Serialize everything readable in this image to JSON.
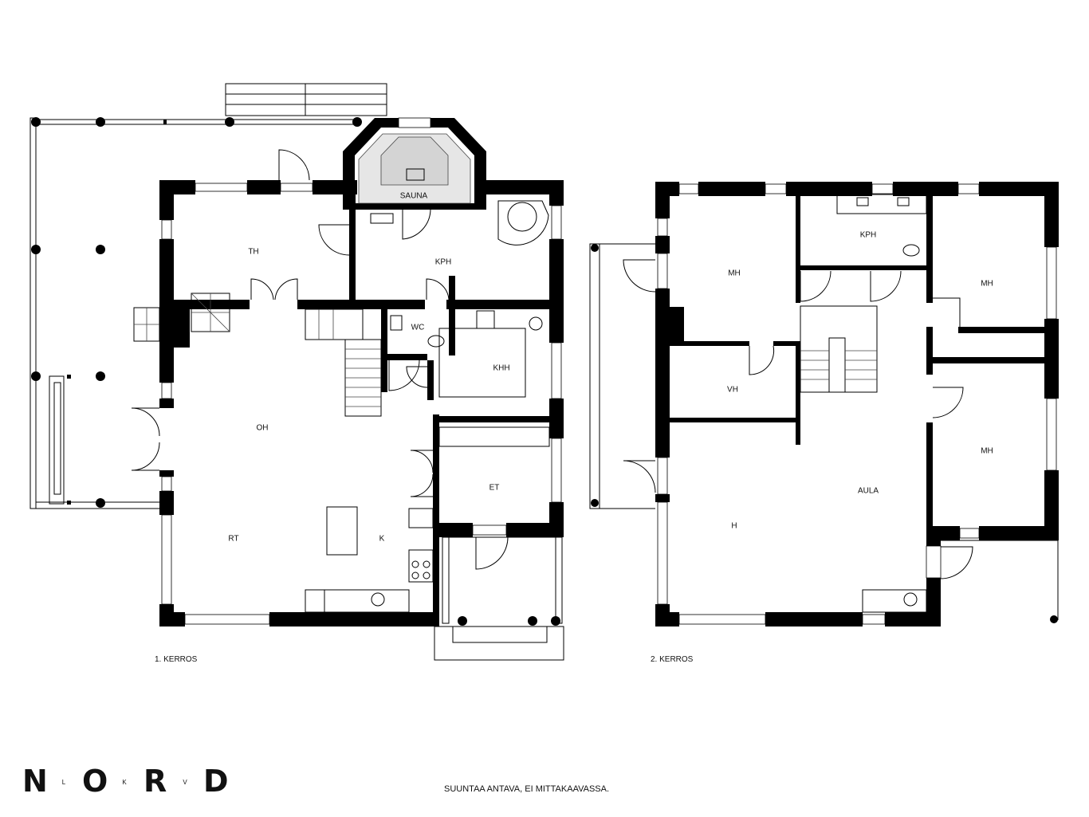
{
  "floors": [
    {
      "label": "1. KERROS",
      "rooms": {
        "th": "TH",
        "kph": "KPH",
        "sauna": "SAUNA",
        "wc": "WC",
        "khh": "KHH",
        "oh": "OH",
        "et": "ET",
        "rt": "RT",
        "k": "K"
      }
    },
    {
      "label": "2. KERROS",
      "rooms": {
        "mh1": "MH",
        "kph": "KPH",
        "mh2": "MH",
        "vh": "VH",
        "mh3": "MH",
        "aula": "AULA",
        "h": "H"
      }
    }
  ],
  "brand": {
    "letters": [
      "N",
      "O",
      "R",
      "D"
    ],
    "small_letters": [
      "L",
      "K",
      "V"
    ]
  },
  "disclaimer": "SUUNTAA ANTAVA, EI MITTAKAAVASSA."
}
